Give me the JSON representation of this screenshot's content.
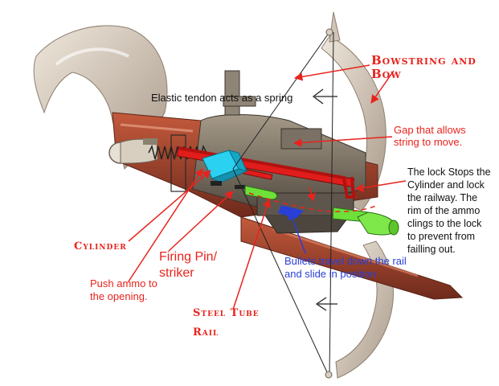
{
  "colors": {
    "annotation_red": "#e8231d",
    "annotation_blue": "#2a3fd6",
    "annotation_black": "#111111",
    "cylinder": "#2ad1f0",
    "bullet": "#6ee03a",
    "wood": "#a8472f",
    "bone": "#d9cfc2",
    "steel": "#c9c3b8"
  },
  "labels": {
    "bowstring_and_bow": "Bowstring and Bow",
    "elastic_tendon": "Elastic tendon acts as a spring",
    "gap": "Gap that allows\nstring to move.",
    "lock": "The lock Stops the\nCylinder and lock\nthe railway. The\nrim of the ammo\nclings to the lock\nto prevent from\nfailling out.",
    "cylinder": "Cylinder",
    "firing_pin": "Firing Pin/\nstriker",
    "push_ammo": "Push ammo to\nthe opening.",
    "bullets": "Bullets travel down the rail\nand slide in position",
    "steel_tube": "Steel Tube\nRail"
  },
  "icons": [
    "left-arrow-icon",
    "right-arrow-icon",
    "spring-icon",
    "cylinder-icon",
    "bullet-icon"
  ]
}
